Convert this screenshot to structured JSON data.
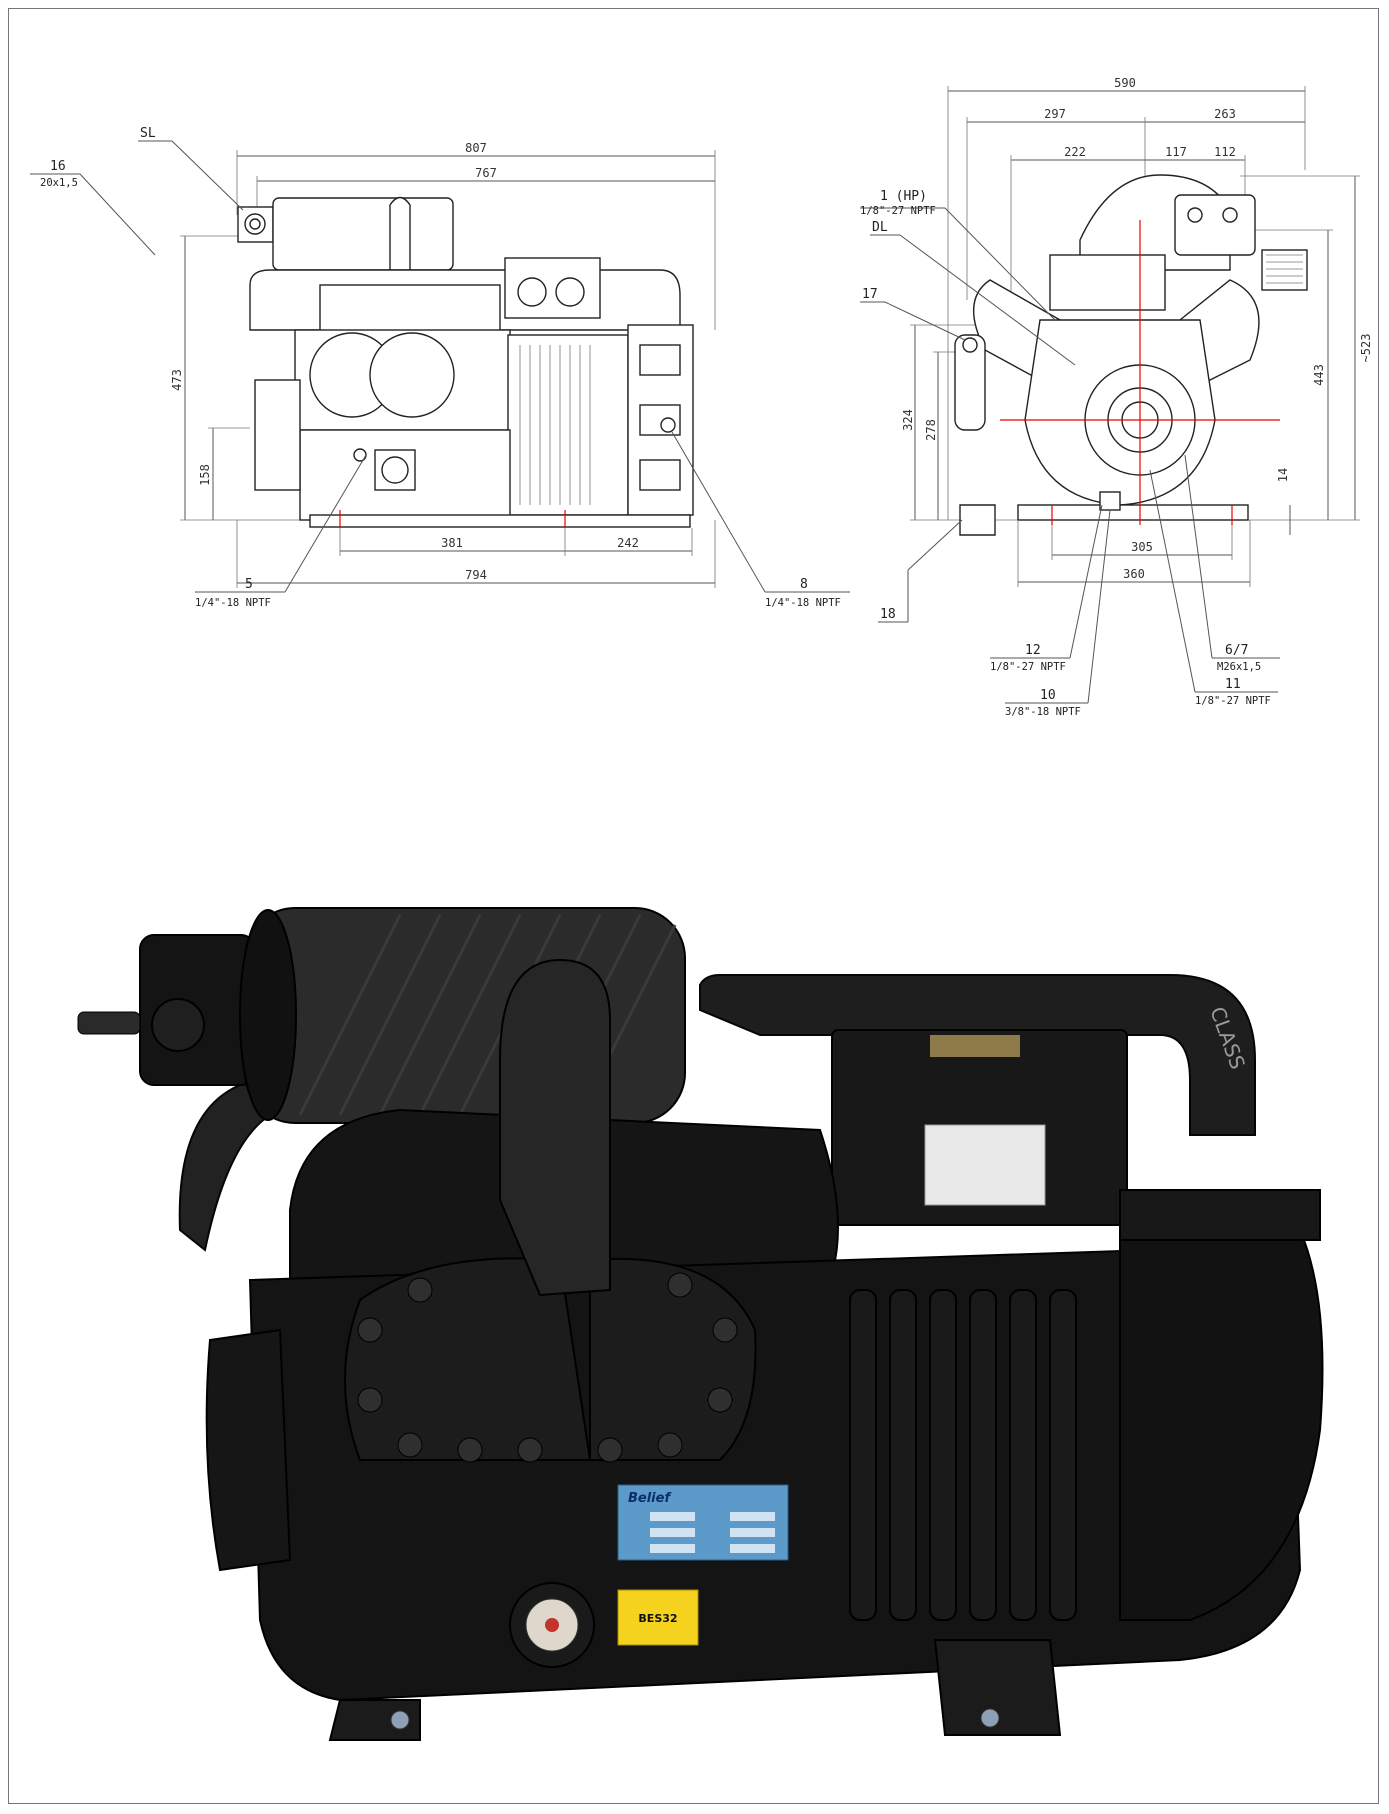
{
  "side_view": {
    "dimensions": {
      "overall_top": "807",
      "inner_top": "767",
      "height_left": "473",
      "height_low": "158",
      "bottom_mid": "381",
      "bottom_right": "242",
      "bottom_overall": "794"
    },
    "callouts": {
      "sl": "SL",
      "c16_num": "16",
      "c16_spec": "20x1,5",
      "c5_num": "5",
      "c5_spec": "1/4\"-18 NPTF",
      "c8_num": "8",
      "c8_spec": "1/4\"-18 NPTF"
    }
  },
  "front_view": {
    "dimensions": {
      "overall_top": "590",
      "top_left": "297",
      "top_right": "263",
      "mid_left": "222",
      "mid_center": "117",
      "mid_right": "112",
      "height_right_outer": "~523",
      "height_right": "443",
      "height_left_a": "324",
      "height_left_b": "278",
      "small_right": "14",
      "bottom_inner": "305",
      "bottom_outer": "360"
    },
    "callouts": {
      "c1_num": "1 (HP)",
      "c1_spec": "1/8\"-27 NPTF",
      "dl": "DL",
      "c17_num": "17",
      "c18_num": "18",
      "c12_num": "12",
      "c12_spec": "1/8\"-27 NPTF",
      "c10_num": "10",
      "c10_spec": "3/8\"-18 NPTF",
      "c67_num": "6/7",
      "c67_spec": "M26x1,5",
      "c11_num": "11",
      "c11_spec": "1/8\"-27 NPTF"
    }
  },
  "photo": {
    "brand": "Belief",
    "model_label": "BES32",
    "hose_text": "CLASS"
  }
}
